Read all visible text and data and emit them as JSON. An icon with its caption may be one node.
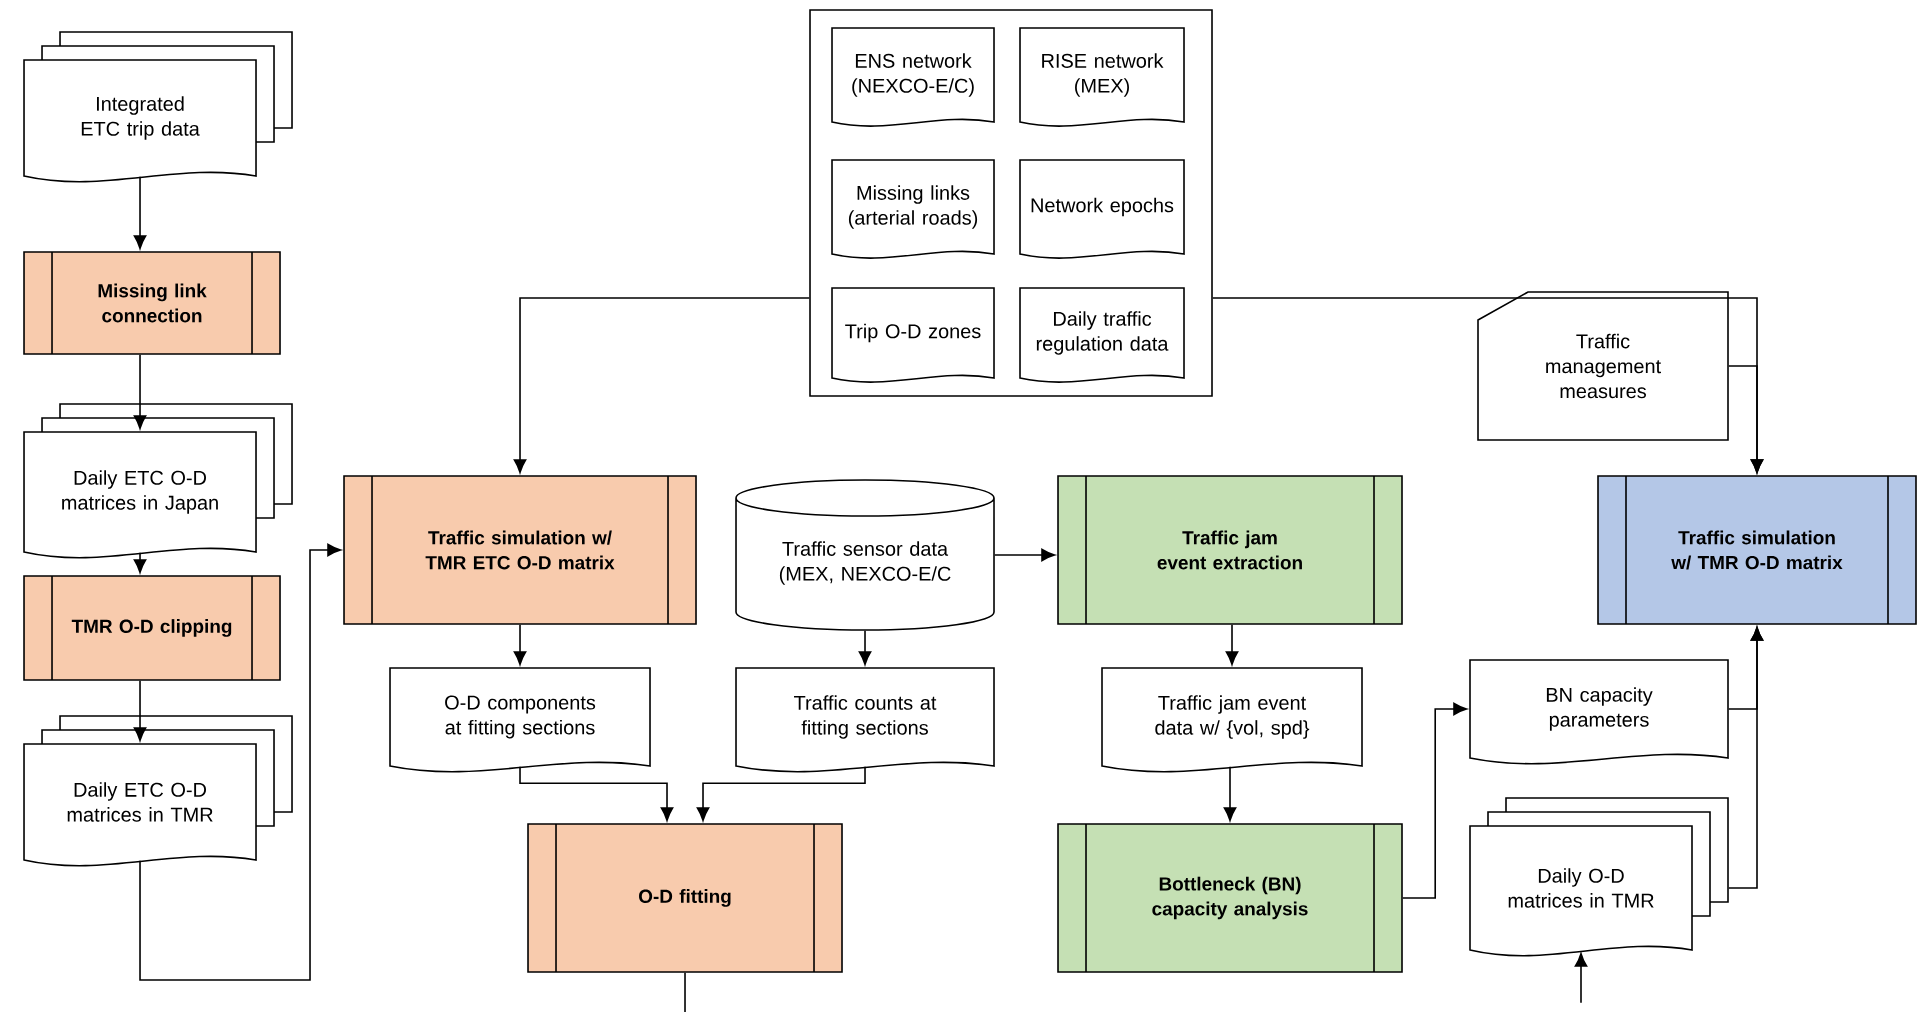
{
  "diagram": {
    "nodes": [
      {
        "text": [
          "Integrated ETC trip data"
        ]
      },
      {
        "text": [
          "Missing link connection"
        ]
      },
      {
        "text": [
          "Daily ETC O-D matrices in Japan"
        ]
      },
      {
        "text": [
          "TMR O-D clipping"
        ]
      },
      {
        "text": [
          "Daily ETC O-D matrices in TMR"
        ]
      },
      {
        "text": [],
        "shape": "box"
      },
      {
        "text": [
          "ENS network (NEXCO-E/C)"
        ],
        "in": 5
      },
      {
        "text": [
          "RISE network (MEX)"
        ],
        "in": 5
      },
      {
        "text": [
          "Missing links (arterial roads)"
        ],
        "in": 5
      },
      {
        "text": [
          "Network epochs"
        ],
        "in": 5
      },
      {
        "text": [
          "Trip O-D zones"
        ],
        "in": 5
      },
      {
        "text": [
          "Daily traffic regulation data"
        ],
        "in": 5
      },
      {
        "text": [
          "Traffic simulation w/ TMR ETC O-D matrix"
        ]
      },
      {
        "text": [
          "Traffic sensor data (MEX, NEXCO-E/C"
        ]
      },
      {
        "text": [
          "Traffic jam event extraction"
        ]
      },
      {
        "text": [
          "Traffic management measures"
        ]
      },
      {
        "text": [
          "Traffic simulation w/ TMR O-D matrix"
        ]
      },
      {
        "text": [
          "O-D components at fitting sections"
        ]
      },
      {
        "text": [
          "Traffic counts at fitting sections"
        ]
      },
      {
        "text": [
          "Traffic jam event data w/ {vol, spd}"
        ]
      },
      {
        "text": [
          "BN capacity parameters"
        ]
      },
      {
        "text": [
          "O-D fitting"
        ]
      },
      {
        "text": [
          "Bottleneck (BN) capacity analysis"
        ]
      },
      {
        "text": [
          "Daily O-D matrices in TMR"
        ]
      }
    ],
    "edges": [
      {
        "from": 0,
        "to": 1,
        "arrow": "to"
      },
      {
        "from": 1,
        "to": 2,
        "arrow": "to"
      },
      {
        "from": 2,
        "to": 3,
        "arrow": "to"
      },
      {
        "from": 3,
        "to": 4,
        "arrow": "to"
      },
      {
        "from": 4,
        "to": 12,
        "arrow": "to"
      },
      {
        "from": 5,
        "to": 12,
        "arrow": "to"
      },
      {
        "from": 5,
        "to": 16,
        "arrow": "to"
      },
      {
        "from": 15,
        "to": 16,
        "arrow": "to"
      },
      {
        "from": 12,
        "to": 17,
        "arrow": "to"
      },
      {
        "from": 13,
        "to": 18,
        "arrow": "to"
      },
      {
        "from": 13,
        "to": 14,
        "arrow": "to"
      },
      {
        "from": 14,
        "to": 19,
        "arrow": "to"
      },
      {
        "from": 19,
        "to": 22,
        "arrow": "to"
      },
      {
        "from": 17,
        "to": 21,
        "arrow": "to"
      },
      {
        "from": 18,
        "to": 21,
        "arrow": "to"
      },
      {
        "from": 22,
        "to": 20,
        "arrow": "to"
      },
      {
        "from": 20,
        "to": 16,
        "arrow": "to"
      },
      {
        "from": 23,
        "to": 16,
        "arrow": "to"
      },
      {
        "from": 21,
        "to": null,
        "arrow": "none"
      },
      {
        "from": null,
        "to": 23,
        "arrow": "to"
      }
    ]
  }
}
